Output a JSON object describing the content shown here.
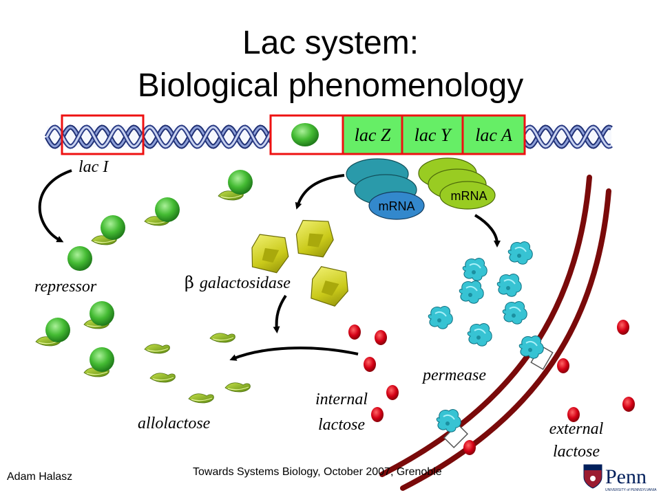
{
  "slide": {
    "title_line1": "Lac system:",
    "title_line2": "Biological phenomenology"
  },
  "genes": {
    "lac_z": "lac Z",
    "lac_y": "lac Y",
    "lac_a": "lac A",
    "lac_i": "lac I"
  },
  "mrna": {
    "label_left": "mRNA",
    "label_right": "mRNA"
  },
  "labels": {
    "repressor": "repressor",
    "beta_symbol": "β",
    "galactosidase": "galactosidase",
    "allolactose": "allolactose",
    "internal_1": "internal",
    "internal_2": "lactose",
    "permease": "permease",
    "external_1": "external",
    "external_2": "lactose"
  },
  "footer": {
    "author": "Adam Halasz",
    "event": "Towards Systems Biology, October 2007, Grenoble",
    "logo_text": "Penn",
    "logo_sub": "UNIVERSITY of PENNSYLVANIA"
  },
  "colors": {
    "gene_box_fill": "#66ee66",
    "gene_box_border": "#ee1111",
    "repressor_green": "#33bb33",
    "mrna_teal": "#2a9aaa",
    "mrna_lime": "#99cc22",
    "enzyme_yellow": "#cccc11",
    "permease_cyan": "#33c0d0",
    "lactose_red": "#cc0011",
    "membrane": "#7a0a0a"
  }
}
